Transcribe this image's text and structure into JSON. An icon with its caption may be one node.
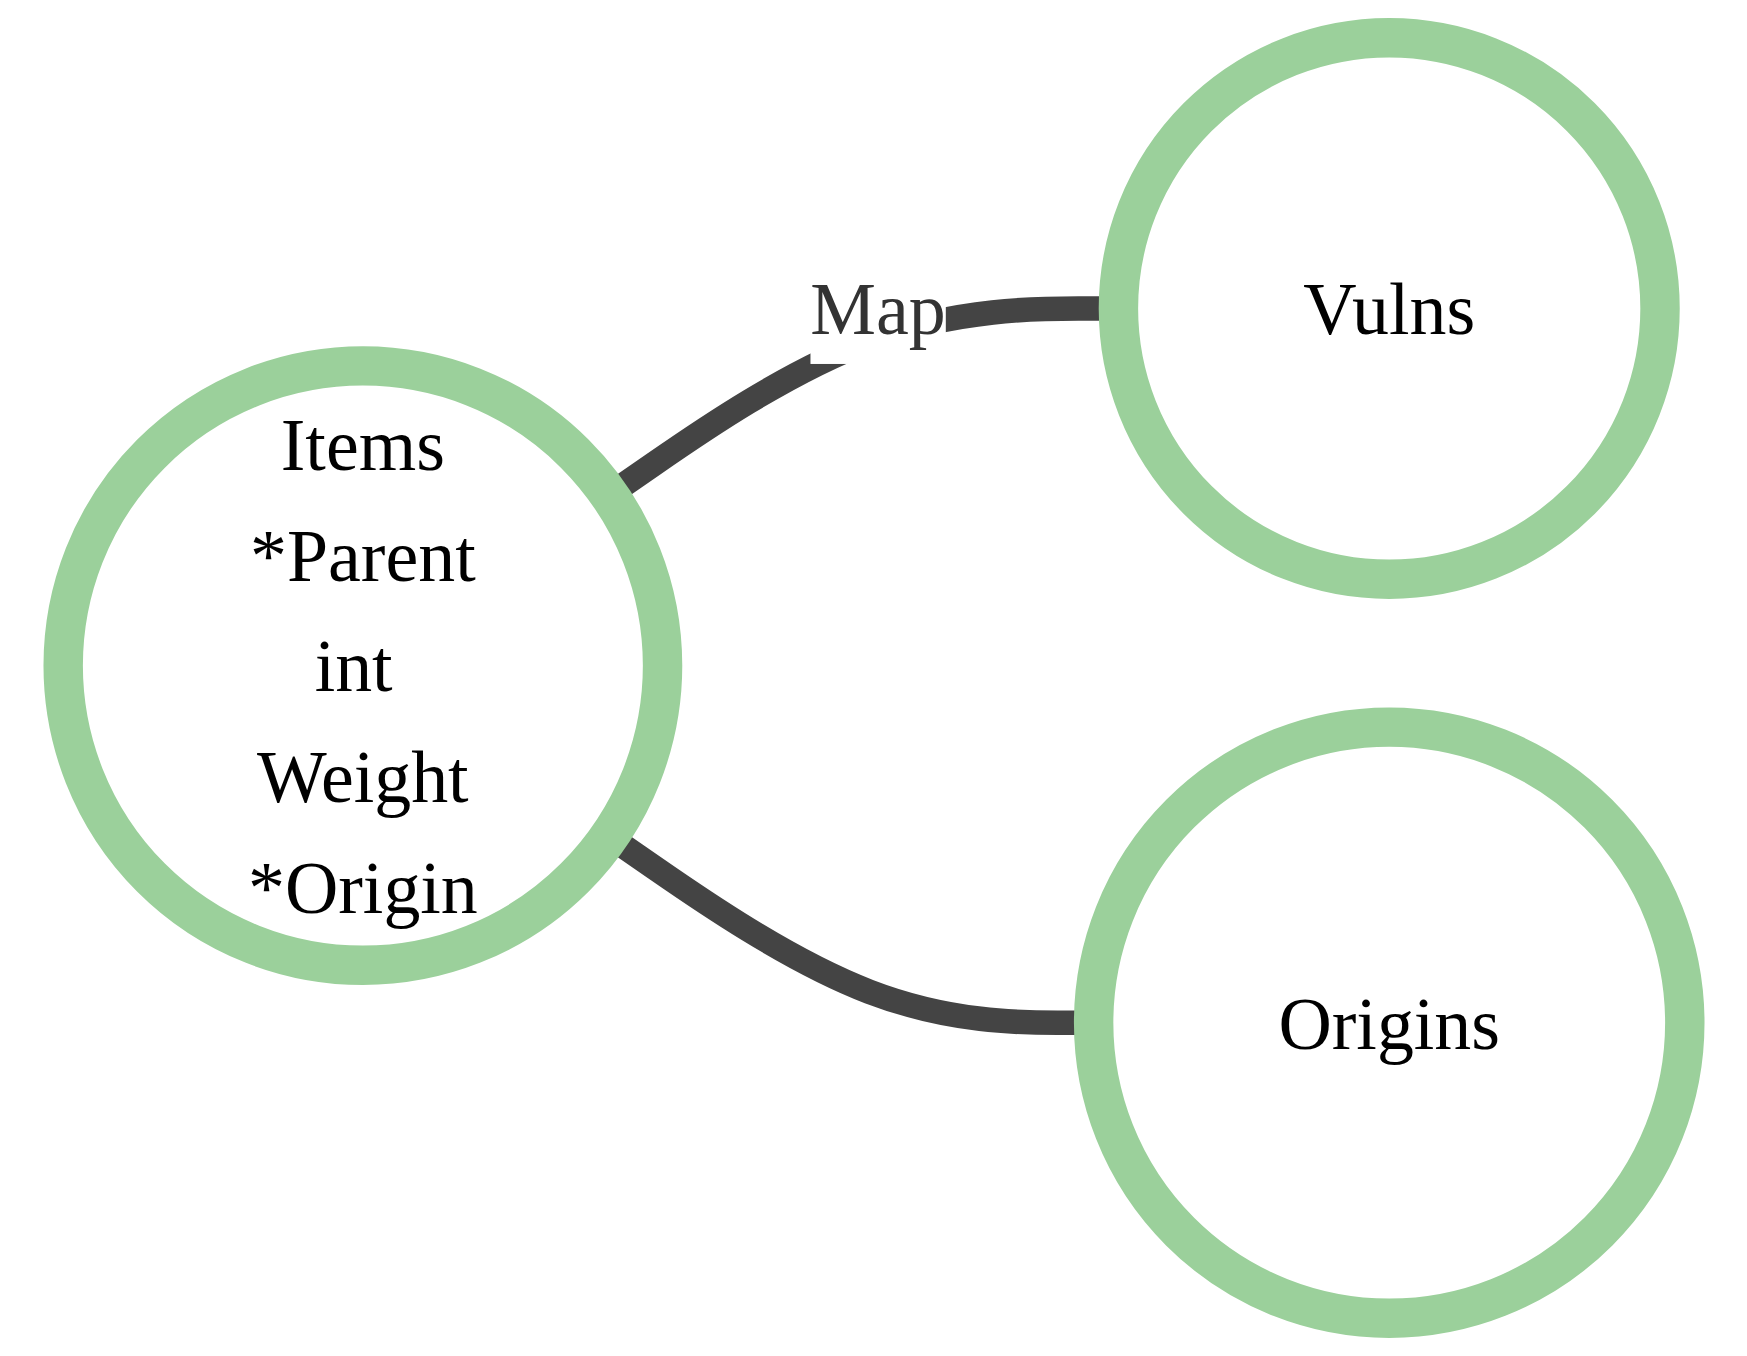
{
  "diagram": {
    "nodes": [
      {
        "text": [
          "Vulns"
        ]
      },
      {
        "text": [
          "Items",
          "*Parent",
          "int Weight",
          "*Origin"
        ]
      },
      {
        "text": [
          "Origins"
        ]
      }
    ],
    "edges": [
      {
        "from": 1,
        "to": 0,
        "arrow": "none",
        "label": "Map"
      },
      {
        "from": 1,
        "to": 2,
        "arrow": "none"
      }
    ]
  }
}
